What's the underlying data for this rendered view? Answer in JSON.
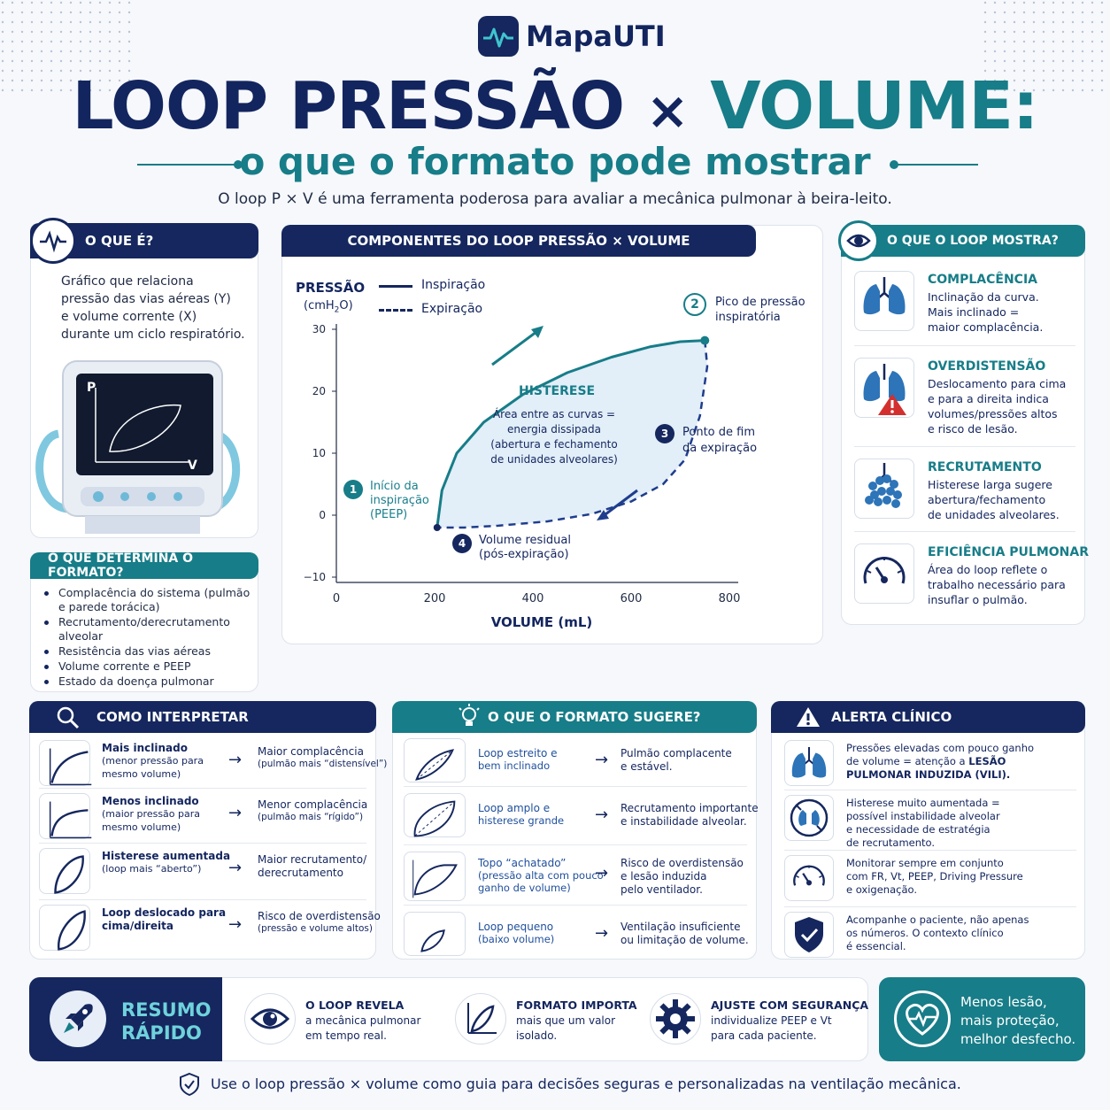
{
  "brand": "MapaUTI",
  "title": {
    "part1": "LOOP PRESSÃO",
    "times": "×",
    "part2": "VOLUME:",
    "subtitle": "o que o formato pode mostrar"
  },
  "intro": "O loop P × V é uma ferramenta poderosa para avaliar a mecânica pulmonar à beira-leito.",
  "what_is": {
    "header": "O QUE É?",
    "text": [
      "Gráfico que relaciona",
      "pressão das vias aéreas (Y)",
      "e volume corrente (X)",
      "durante um ciclo respiratório."
    ],
    "monitor_p": "P",
    "monitor_v": "V"
  },
  "determines": {
    "header": "O QUE DETERMINA O FORMATO?",
    "items": [
      "Complacência do sistema (pulmão e parede torácica)",
      "Recrutamento/derecrutamento alveolar",
      "Resistência das vias aéreas",
      "Volume corrente e PEEP",
      "Estado da doença pulmonar"
    ]
  },
  "components": {
    "header": "COMPONENTES DO LOOP PRESSÃO × VOLUME",
    "hysteresis_title": "HISTERESE",
    "hysteresis_text": [
      "Área entre as curvas =",
      "energia dissipada",
      "(abertura e fechamento",
      "de unidades alveolares)"
    ],
    "points": [
      {
        "n": "1",
        "label": [
          "Início da",
          "inspiração",
          "(PEEP)"
        ]
      },
      {
        "n": "2",
        "label": [
          "Pico de pressão",
          "inspiratória"
        ]
      },
      {
        "n": "3",
        "label": [
          "Ponto de fim",
          "da expiração"
        ]
      },
      {
        "n": "4",
        "label": [
          "Volume residual",
          "(pós-expiração)"
        ]
      }
    ]
  },
  "chart_data": {
    "type": "line",
    "ylabel": "PRESSÃO",
    "yunit_main": "(cmH",
    "yunit_sub": "2",
    "yunit_end": "O)",
    "xlabel": "VOLUME (mL)",
    "xlim": [
      0,
      800
    ],
    "ylim": [
      -10,
      30
    ],
    "xticks": [
      "0",
      "200",
      "400",
      "600",
      "800"
    ],
    "yticks": [
      "30",
      "20",
      "10",
      "0",
      "−10"
    ],
    "legend": [
      {
        "name": "Inspiração",
        "style": "solid"
      },
      {
        "name": "Expiração",
        "style": "dashed"
      }
    ],
    "series": [
      {
        "name": "Inspiração",
        "x": [
          205,
          215,
          245,
          300,
          380,
          470,
          560,
          640,
          700,
          750
        ],
        "y": [
          -2,
          4,
          10,
          15,
          19.5,
          23,
          25.5,
          27.2,
          28,
          28.2
        ]
      },
      {
        "name": "Expiração",
        "x": [
          750,
          755,
          740,
          710,
          665,
          600,
          520,
          430,
          330,
          260,
          205
        ],
        "y": [
          28.2,
          24,
          16,
          9,
          5,
          2.2,
          0.2,
          -1,
          -1.7,
          -2,
          -2
        ]
      }
    ],
    "color_series": "#177d88",
    "color_dash": "#1f3d8c"
  },
  "shows": {
    "header": "O QUE O LOOP MOSTRA?",
    "items": [
      {
        "title": "COMPLACÊNCIA",
        "text": [
          "Inclinação da curva.",
          "Mais inclinado =",
          "maior complacência."
        ],
        "icon": "lungs-icon"
      },
      {
        "title": "OVERDISTENSÃO",
        "text": [
          "Deslocamento para cima",
          "e para a direita indica",
          "volumes/pressões altos",
          "e risco de lesão."
        ],
        "icon": "lungs-warning-icon"
      },
      {
        "title": "RECRUTAMENTO",
        "text": [
          "Histerese larga sugere",
          "abertura/fechamento",
          "de unidades alveolares."
        ],
        "icon": "alveoli-icon"
      },
      {
        "title": "EFICIÊNCIA PULMONAR",
        "text": [
          "Área do loop reflete o",
          "trabalho necessário para",
          "insuflar o pulmão."
        ],
        "icon": "gauge-icon"
      }
    ]
  },
  "interpret": {
    "header": "COMO INTERPRETAR",
    "rows": [
      {
        "t1": "Mais inclinado",
        "t2": [
          "(menor pressão para",
          "mesmo volume)"
        ],
        "r": [
          "Maior complacência"
        ],
        "r2": [
          "(pulmão mais “distensível”)"
        ]
      },
      {
        "t1": "Menos inclinado",
        "t2": [
          "(maior pressão para",
          "mesmo volume)"
        ],
        "r": [
          "Menor complacência"
        ],
        "r2": [
          "(pulmão mais “rígido”)"
        ]
      },
      {
        "t1": "Histerese aumentada",
        "t2": [
          "(loop mais “aberto”)"
        ],
        "r": [
          "Maior recrutamento/",
          "derecrutamento"
        ],
        "r2": []
      },
      {
        "t1": "Loop deslocado para",
        "t2": [],
        "t1b": "cima/direita",
        "r": [
          "Risco de overdistensão"
        ],
        "r2": [
          "(pressão e volume altos)"
        ]
      }
    ]
  },
  "suggests": {
    "header": "O QUE O FORMATO SUGERE?",
    "rows": [
      {
        "l": [
          "Loop estreito e",
          "bem inclinado"
        ],
        "r": [
          "Pulmão complacente",
          "e estável."
        ]
      },
      {
        "l": [
          "Loop amplo e",
          "histerese grande"
        ],
        "r": [
          "Recrutamento importante",
          "e instabilidade alveolar."
        ]
      },
      {
        "l": [
          "Topo “achatado”",
          "(pressão alta com pouco",
          "ganho de volume)"
        ],
        "r": [
          "Risco de overdistensão",
          "e lesão induzida",
          "pelo ventilador."
        ]
      },
      {
        "l": [
          "Loop pequeno",
          "(baixo volume)"
        ],
        "r": [
          "Ventilação insuficiente",
          "ou limitação de volume."
        ]
      }
    ]
  },
  "alert": {
    "header": "ALERTA CLÍNICO",
    "rows": [
      {
        "text": [
          "Pressões elevadas com pouco ganho",
          "de volume = atenção a "
        ],
        "bold": "LESÃO",
        "bold2": "PULMONAR INDUZIDA (VILI).",
        "icon": "lungs-icon"
      },
      {
        "text": [
          "Histerese muito aumentada =",
          "possível instabilidade alveolar",
          "e necessidade de estratégia",
          "de recrutamento."
        ],
        "icon": "lung-arrows-icon"
      },
      {
        "text": [
          "Monitorar sempre em conjunto",
          "com FR, Vt, PEEP, Driving Pressure",
          "e oxigenação."
        ],
        "icon": "gauge-icon"
      },
      {
        "text": [
          "Acompanhe o paciente, não apenas",
          "os números. O contexto clínico",
          "é essencial."
        ],
        "icon": "shield-check-icon"
      }
    ]
  },
  "summary": {
    "label": [
      "RESUMO",
      "RÁPIDO"
    ],
    "items": [
      {
        "title": "O LOOP REVELA",
        "text": [
          "a mecânica pulmonar",
          "em tempo real."
        ],
        "icon": "eye-icon"
      },
      {
        "title": "FORMATO IMPORTA",
        "text": [
          "mais que um valor",
          "isolado."
        ],
        "icon": "loop-chart-icon"
      },
      {
        "title": "AJUSTE COM SEGURANÇA",
        "text": [
          "individualize PEEP e Vt",
          "para cada paciente."
        ],
        "icon": "gear-icon"
      }
    ],
    "outcome": [
      "Menos lesão,",
      "mais proteção,",
      "melhor desfecho."
    ]
  },
  "footer": "Use o loop pressão × volume como guia para decisões seguras e personalizadas na ventilação mecânica.",
  "colors": {
    "navy": "#15275e",
    "teal": "#177d88",
    "red": "#d32f2f"
  }
}
